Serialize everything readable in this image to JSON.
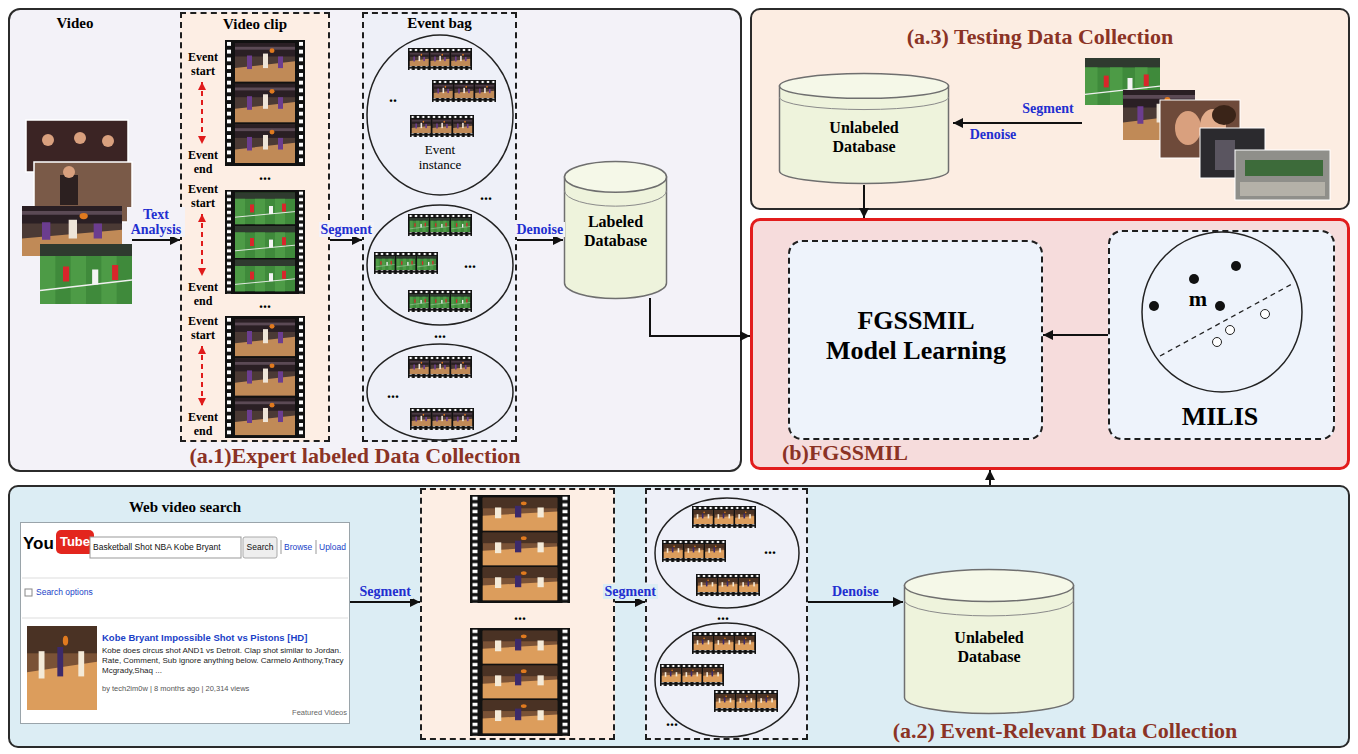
{
  "diagram": {
    "nodes": [
      {
        "text": [
          "(a.1)Expert labeled Data Collection"
        ]
      },
      {
        "text": [
          "Video"
        ],
        "in": 0
      },
      {
        "text": [
          "Video clip",
          "Event start",
          "Event end",
          "...",
          "Event start",
          "Event end",
          "...",
          "Event start",
          "Event end"
        ],
        "in": 0
      },
      {
        "text": [
          "Event bag",
          "..",
          "Event instance",
          "...",
          "...",
          "...",
          "..."
        ],
        "in": 0
      },
      {
        "text": [
          "Labeled Database"
        ],
        "in": 0
      },
      {
        "text": [
          "(a.3) Testing Data Collection"
        ]
      },
      {
        "text": [
          "Unlabeled Database"
        ],
        "in": 5
      },
      {
        "text": [
          "(b)FGSSMIL"
        ]
      },
      {
        "text": [
          "FGSSMIL Model Learning"
        ],
        "in": 7
      },
      {
        "text": [
          "MILIS"
        ],
        "in": 7
      },
      {
        "text": [
          "(a.2) Event-Relevant Data Collection"
        ]
      },
      {
        "text": [
          "Web video search"
        ],
        "in": 10
      },
      {
        "text": [
          "..."
        ],
        "in": 10
      },
      {
        "text": [
          "...",
          "...",
          "..."
        ],
        "in": 10
      },
      {
        "text": [
          "Unlabeled Database"
        ],
        "in": 10
      }
    ],
    "edges": [
      {
        "from": 1,
        "to": 2,
        "label": "Text Analysis",
        "arrow": "to"
      },
      {
        "from": 2,
        "to": 3,
        "label": "Segment",
        "arrow": "to"
      },
      {
        "from": 3,
        "to": 4,
        "label": "Denoise",
        "arrow": "to"
      },
      {
        "from": 4,
        "to": 7,
        "arrow": "to"
      },
      {
        "from": 6,
        "to": 7,
        "arrow": "to"
      },
      {
        "from": 9,
        "to": 8,
        "arrow": "to"
      },
      {
        "from": 10,
        "to": 7,
        "arrow": "to"
      },
      {
        "from": 11,
        "to": 12,
        "label": "Segment",
        "arrow": "to"
      },
      {
        "from": 12,
        "to": 13,
        "label": "Segment",
        "arrow": "to"
      },
      {
        "from": 13,
        "to": 14,
        "label": "Denoise",
        "arrow": "to"
      }
    ],
    "labels": [
      "Segment",
      "Denoise",
      "m",
      "You",
      "Tube",
      "Basketball Shot NBA Kobe Bryant",
      "Search",
      "Browse",
      "Upload",
      "Search options",
      "Kobe Bryant Impossible Shot vs Pistons [HD]",
      "Kobe does circus shot AND1 vs Detroit. Clap shot similar to Jordan. Rate, Comment, Sub ignore anything below. Carmelo Anthony,Tracy Mcgrady,Shaq ...",
      "by tech2im0w | 8 months ago | 20,314 views",
      "Featured Videos"
    ]
  }
}
